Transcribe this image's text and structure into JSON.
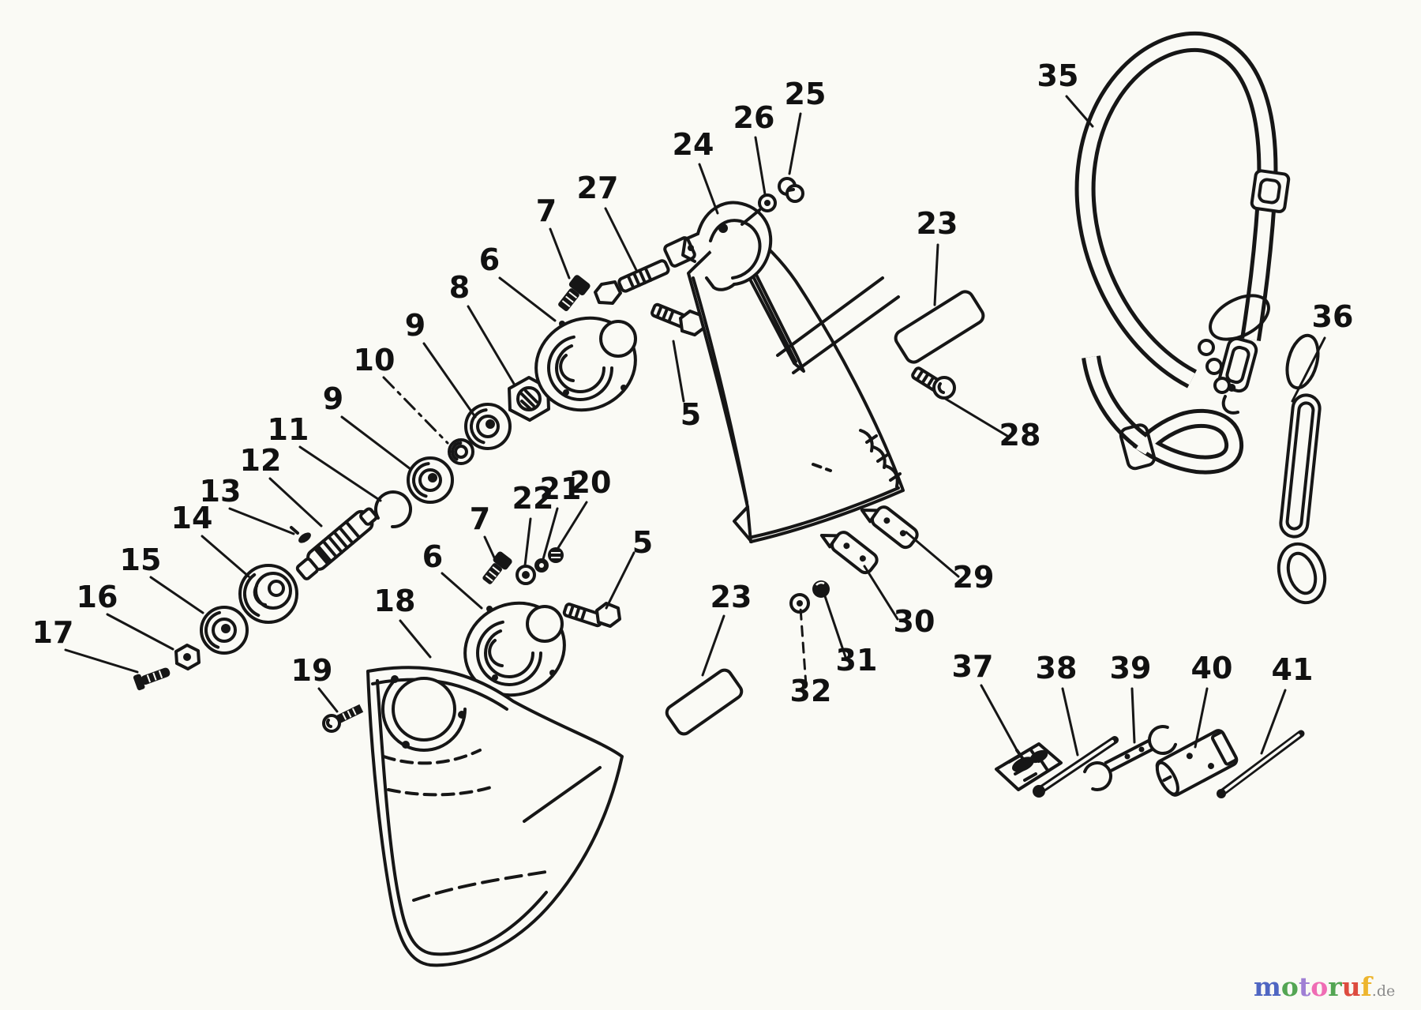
{
  "diagram": {
    "background": "#fafaf5",
    "line_color": "#161616",
    "callouts": [
      {
        "text": "5"
      },
      {
        "text": "5"
      },
      {
        "text": "6"
      },
      {
        "text": "6"
      },
      {
        "text": "7"
      },
      {
        "text": "7"
      },
      {
        "text": "8"
      },
      {
        "text": "9"
      },
      {
        "text": "9"
      },
      {
        "text": "10"
      },
      {
        "text": "11"
      },
      {
        "text": "12"
      },
      {
        "text": "13"
      },
      {
        "text": "14"
      },
      {
        "text": "15"
      },
      {
        "text": "16"
      },
      {
        "text": "17"
      },
      {
        "text": "18"
      },
      {
        "text": "19"
      },
      {
        "text": "20"
      },
      {
        "text": "21"
      },
      {
        "text": "22"
      },
      {
        "text": "23"
      },
      {
        "text": "23"
      },
      {
        "text": "24"
      },
      {
        "text": "25"
      },
      {
        "text": "26"
      },
      {
        "text": "27"
      },
      {
        "text": "28"
      },
      {
        "text": "29"
      },
      {
        "text": "30"
      },
      {
        "text": "31"
      },
      {
        "text": "32"
      },
      {
        "text": "35"
      },
      {
        "text": "36"
      },
      {
        "text": "37"
      },
      {
        "text": "38"
      },
      {
        "text": "39"
      },
      {
        "text": "40"
      },
      {
        "text": "41"
      }
    ]
  },
  "watermark": {
    "letters": [
      {
        "char": "m",
        "color": "#4f66c2"
      },
      {
        "char": "o",
        "color": "#53a553"
      },
      {
        "char": "t",
        "color": "#9f7fd4"
      },
      {
        "char": "o",
        "color": "#ef6db4"
      },
      {
        "char": "r",
        "color": "#53a553"
      },
      {
        "char": "u",
        "color": "#dd4b3f"
      },
      {
        "char": "f",
        "color": "#edb52e"
      }
    ],
    "suffix": {
      "text": ".de",
      "color": "#8b8b8b"
    }
  }
}
